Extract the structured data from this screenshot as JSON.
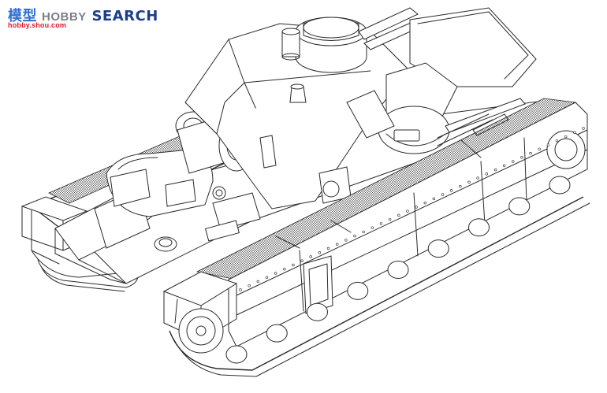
{
  "watermark": {
    "logo_chinese": "模型",
    "logo_text": "SEARCH",
    "logo_prefix": "HOBBY",
    "url": "hobby.shou.com"
  },
  "image": {
    "subject": "tank line art",
    "colors": {
      "line": "#2a2a2a",
      "background": "#ffffff",
      "watermark_blue": "#1c3f8a",
      "watermark_red": "#e0162b"
    }
  }
}
